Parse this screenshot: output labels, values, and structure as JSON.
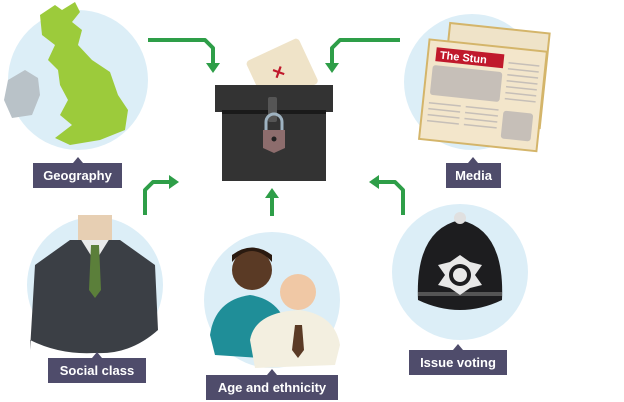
{
  "title": "Factors influencing voting",
  "center": {
    "icon": "ballot-box-icon"
  },
  "newspaper_masthead": "The Stun",
  "factors": [
    {
      "label": "Geography",
      "icon": "uk-map-icon"
    },
    {
      "label": "Media",
      "icon": "newspaper-icon"
    },
    {
      "label": "Social class",
      "icon": "suit-icon"
    },
    {
      "label": "Age and ethnicity",
      "icon": "people-icon"
    },
    {
      "label": "Issue voting",
      "icon": "police-helmet-icon"
    }
  ],
  "colors": {
    "arrow": "#2e9e48",
    "label_bg": "#4f4c6b",
    "circle": "#dceef7",
    "box": "#333333"
  }
}
